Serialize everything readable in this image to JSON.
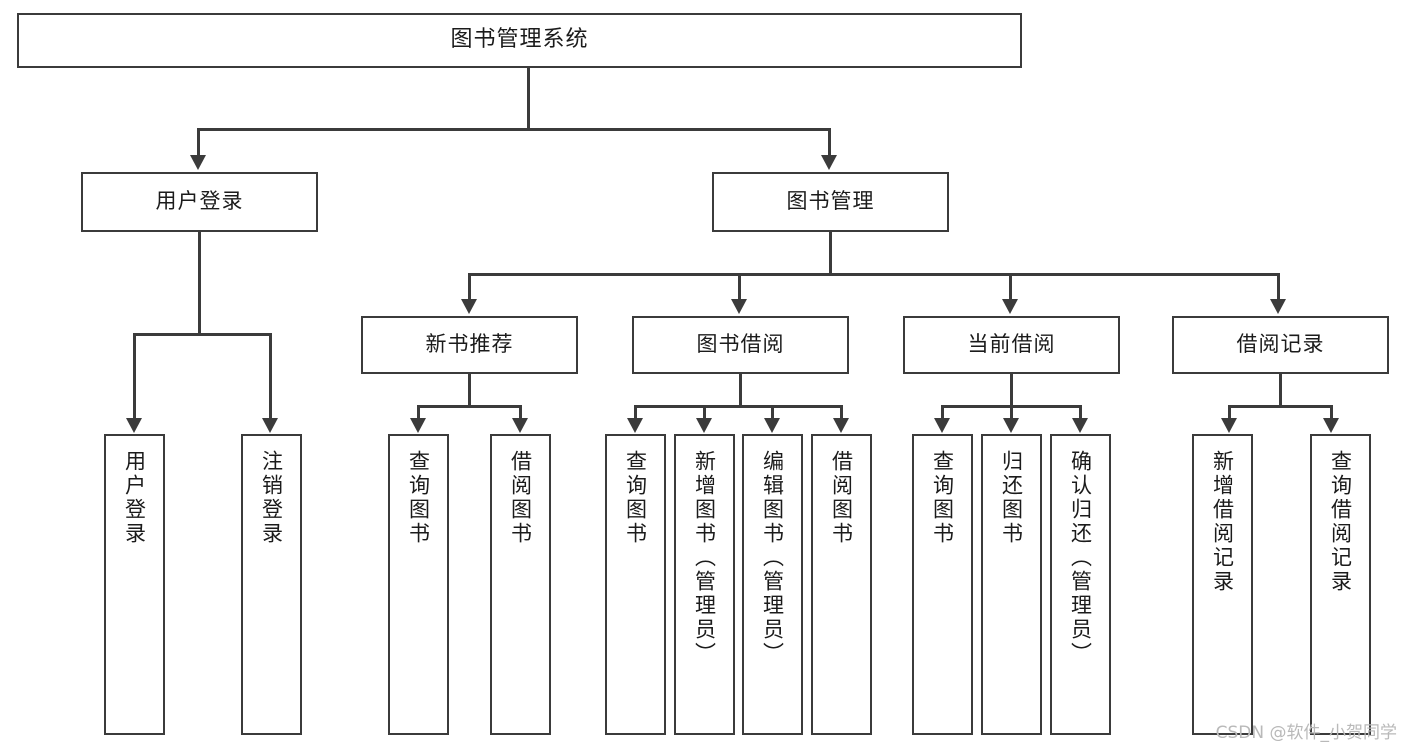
{
  "diagram": {
    "type": "tree-hierarchy-chart",
    "title": "图书管理系统",
    "watermark": "CSDN @软件_小贺同学",
    "colors": {
      "stroke": "#3b3b3b",
      "fill": "#ffffff",
      "text": "#1b1b1b",
      "watermark": "#b9b9b9"
    },
    "root": {
      "label": "图书管理系统"
    },
    "level2": [
      {
        "label": "用户登录"
      },
      {
        "label": "图书管理"
      }
    ],
    "level3": [
      {
        "label": "新书推荐"
      },
      {
        "label": "图书借阅"
      },
      {
        "label": "当前借阅"
      },
      {
        "label": "借阅记录"
      }
    ],
    "leaves": {
      "user_login": [
        {
          "label": "用户登录"
        },
        {
          "label": "注销登录"
        }
      ],
      "new_book_recommend": [
        {
          "label": "查询图书"
        },
        {
          "label": "借阅图书"
        }
      ],
      "book_borrow": [
        {
          "label": "查询图书"
        },
        {
          "label": "新增图书（管理员）"
        },
        {
          "label": "编辑图书（管理员）"
        },
        {
          "label": "借阅图书"
        }
      ],
      "current_borrow": [
        {
          "label": "查询图书"
        },
        {
          "label": "归还图书"
        },
        {
          "label": "确认归还（管理员）"
        }
      ],
      "borrow_record": [
        {
          "label": "新增借阅记录"
        },
        {
          "label": "查询借阅记录"
        }
      ]
    }
  }
}
